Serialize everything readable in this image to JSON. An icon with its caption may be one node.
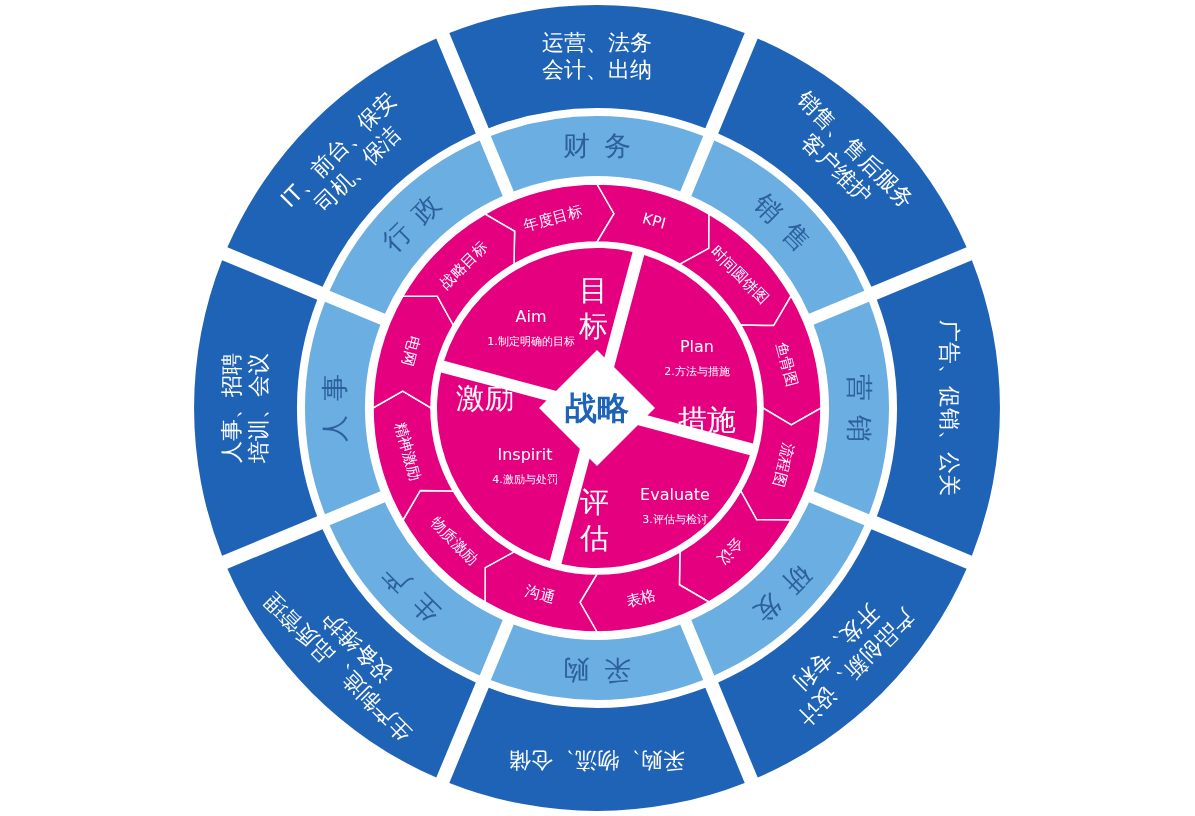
{
  "diagram": {
    "nodes": [
      {
        "text": [
          "运营、法务会计、出纳"
        ]
      },
      {
        "text": [
          "销售、售后服务客户维护"
        ]
      },
      {
        "text": [
          "广告、促销、公关"
        ]
      },
      {
        "text": [
          "产品创新、设计开发、专利"
        ]
      },
      {
        "text": [
          "采购、物流、仓储"
        ]
      },
      {
        "text": [
          "生产制造、品质管理设备维护"
        ]
      },
      {
        "text": [
          "人事、招聘培训、会议"
        ]
      },
      {
        "text": [
          "IT、前台、保安司机、保洁"
        ]
      },
      {
        "text": [
          "财务"
        ]
      },
      {
        "text": [
          "销售"
        ]
      },
      {
        "text": [
          "营销"
        ]
      },
      {
        "text": [
          "研发"
        ]
      },
      {
        "text": [
          "采购"
        ]
      },
      {
        "text": [
          "生产"
        ]
      },
      {
        "text": [
          "人事"
        ]
      },
      {
        "text": [
          "行政"
        ]
      },
      {
        "text": [
          "年度目标"
        ]
      },
      {
        "text": [
          "KPI"
        ]
      },
      {
        "text": [
          "时间圆饼图"
        ]
      },
      {
        "text": [
          "鱼骨图"
        ]
      },
      {
        "text": [
          "流程图"
        ]
      },
      {
        "text": [
          "会议"
        ]
      },
      {
        "text": [
          "表格"
        ]
      },
      {
        "text": [
          "沟通"
        ]
      },
      {
        "text": [
          "物质激励"
        ]
      },
      {
        "text": [
          "精神激励"
        ]
      },
      {
        "text": [
          "电网"
        ]
      },
      {
        "text": [
          "战略目标"
        ]
      },
      {
        "text": [
          "战略"
        ]
      },
      {
        "text": [
          "Aim",
          "1.制定明确的目标",
          "目标"
        ]
      },
      {
        "text": [
          "Plan",
          "2.方法与措施",
          "措施"
        ]
      },
      {
        "text": [
          "评估",
          "Evaluate",
          "3.评估与检讨"
        ]
      },
      {
        "text": [
          "激励",
          "Inspirit",
          "4.激励与处罚"
        ]
      }
    ]
  }
}
